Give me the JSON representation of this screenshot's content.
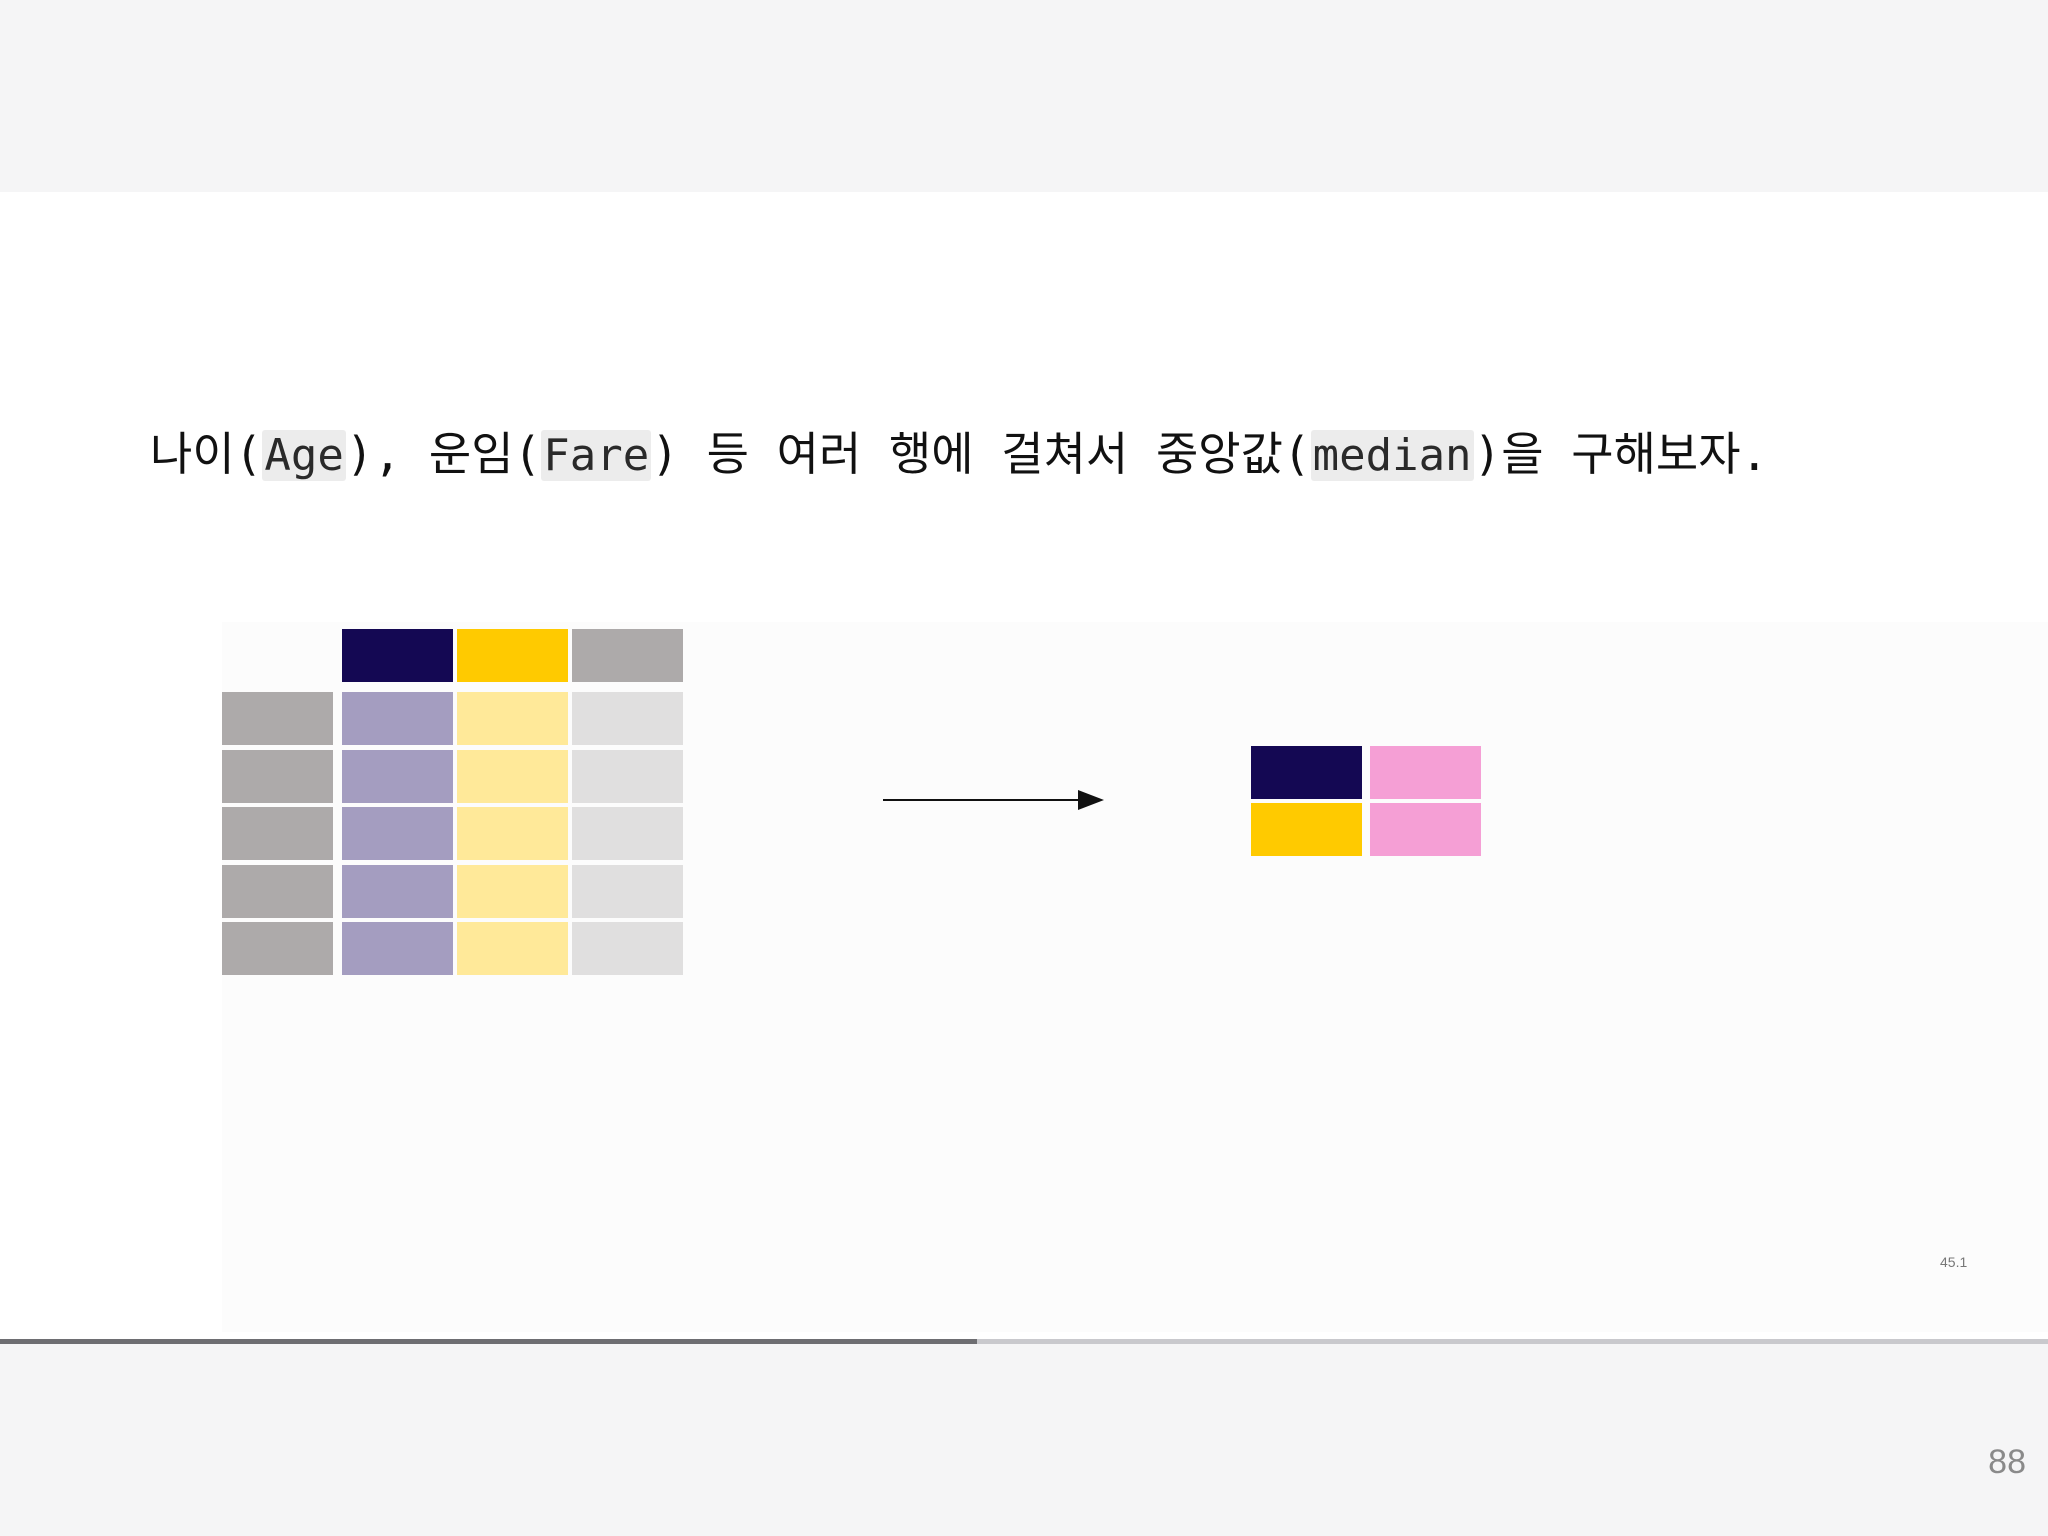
{
  "heading": {
    "t1": "나이(",
    "code_age": "Age",
    "t2": "), 운임(",
    "code_fare": "Fare",
    "t3": ") 등 여러 행에 걸쳐서 중앙값(",
    "code_median": "median",
    "t4": ")을 구해보자."
  },
  "slide_ref": "45.1",
  "page_number": "88",
  "progress": {
    "fraction": 0.477
  },
  "colors": {
    "navy": "#140853",
    "yellow": "#ffca00",
    "gray": "#adaaaa",
    "lavender": "#a49dc0",
    "light_yellow": "#ffe999",
    "light_gray": "#e0dfdf",
    "pink": "#f59fd5"
  },
  "diagram": {
    "input_table": {
      "header_row": [
        "navy",
        "yellow",
        "gray"
      ],
      "index_column": [
        "gray",
        "gray",
        "gray",
        "gray",
        "gray"
      ],
      "body_columns": [
        "lavender",
        "light_yellow",
        "light_gray"
      ],
      "row_count": 5
    },
    "result_table": [
      [
        "navy",
        "pink"
      ],
      [
        "yellow",
        "pink"
      ]
    ],
    "arrow_icon": "right-arrow-icon"
  }
}
